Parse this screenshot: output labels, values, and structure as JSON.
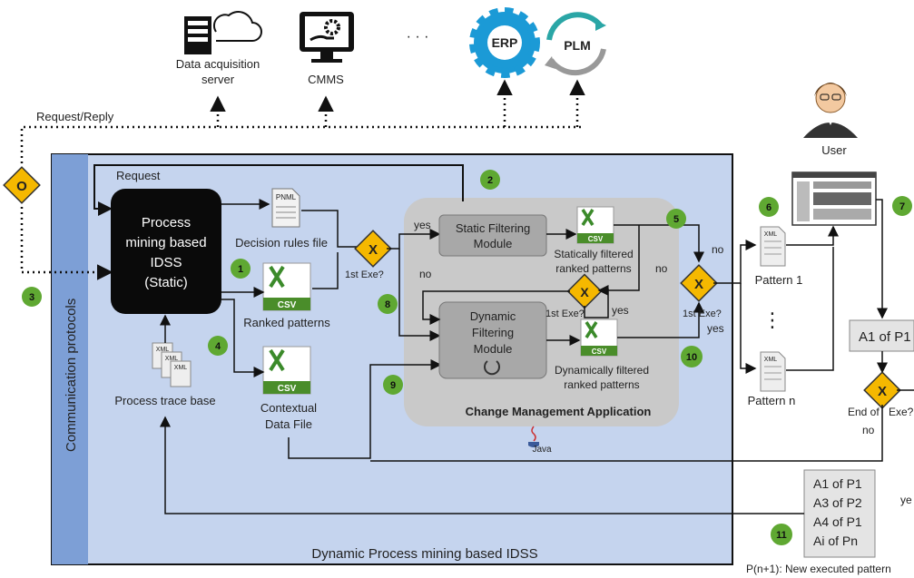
{
  "top_systems": {
    "data_acquisition": {
      "line1": "Data acquisition",
      "line2": "server"
    },
    "cmms": "CMMS",
    "ellipsis": "· · ·",
    "erp": "ERP",
    "plm": "PLM"
  },
  "labels": {
    "request_reply": "Request/Reply",
    "request": "Request",
    "communication_protocols": "Communication protocols",
    "dynamic_idss": "Dynamic Process mining based IDSS",
    "user": "User",
    "java": "Java",
    "change_management_app": "Change Management Application"
  },
  "gateways": {
    "or": "O",
    "xor": "X"
  },
  "process_box": {
    "line1": "Process",
    "line2": "mining based",
    "line3": "IDSS",
    "line4": "(Static)"
  },
  "files": {
    "pnml": "PNML",
    "decision_rules": "Decision rules file",
    "csv": "CSV",
    "ranked_patterns": "Ranked patterns",
    "xml": "XML",
    "process_trace_base": "Process trace base",
    "contextual_line1": "Contextual",
    "contextual_line2": "Data File"
  },
  "modules": {
    "static_line1": "Static Filtering",
    "static_line2": "Module",
    "dynamic_line1": "Dynamic",
    "dynamic_line2": "Filtering",
    "dynamic_line3": "Module",
    "static_out_line1": "Statically filtered",
    "static_out_line2": "ranked patterns",
    "dynamic_out_line1": "Dynamically filtered",
    "dynamic_out_line2": "ranked patterns"
  },
  "decisions": {
    "first_exe_a": "1st Exe?",
    "first_exe_b": "1st Exe?",
    "first_exe_c": "1st Exe?",
    "yes": "yes",
    "no": "no",
    "end_of": "End of",
    "exe_trunc": "Exe?",
    "ye_trunc": "ye"
  },
  "patterns": {
    "pattern1": "Pattern 1",
    "vdots": "⋮",
    "patternn": "Pattern n",
    "a1p1": "A1 of P1",
    "list": [
      "A1 of P1",
      "A3 of P2",
      "A4 of P1",
      "Ai of Pn"
    ],
    "new_pattern": "P(n+1): New executed pattern"
  },
  "steps": [
    "1",
    "2",
    "3",
    "4",
    "5",
    "6",
    "7",
    "8",
    "9",
    "10",
    "11"
  ],
  "colors": {
    "green_badge": "#5fa832",
    "gateway": "#f5b800",
    "panel": "#c5d4ee",
    "comm_bar": "#7d9fd6",
    "app_bg": "#c9c9c9",
    "module": "#a8a8a8",
    "blue_gear": "#1b9ad6",
    "teal": "#2aa6a6"
  }
}
